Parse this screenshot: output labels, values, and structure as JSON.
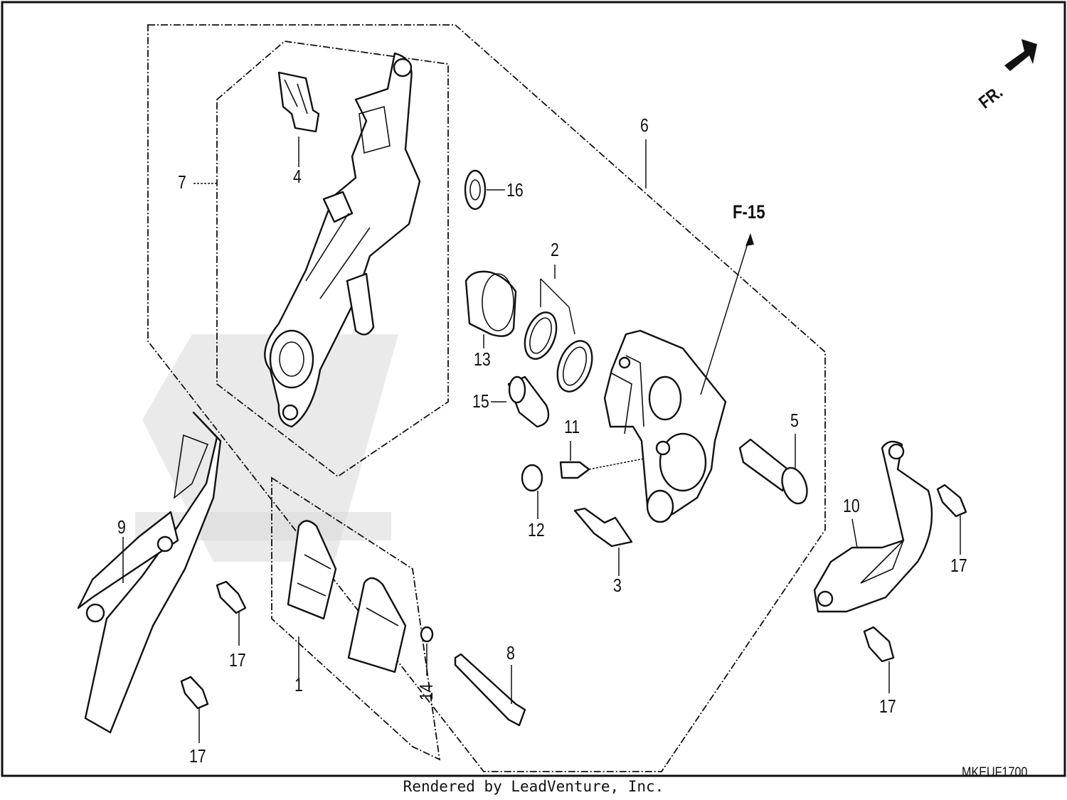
{
  "callouts": [
    {
      "id": "1",
      "text": "1"
    },
    {
      "id": "2",
      "text": "2"
    },
    {
      "id": "3",
      "text": "3"
    },
    {
      "id": "4",
      "text": "4"
    },
    {
      "id": "5",
      "text": "5"
    },
    {
      "id": "6",
      "text": "6"
    },
    {
      "id": "7",
      "text": "7"
    },
    {
      "id": "8",
      "text": "8"
    },
    {
      "id": "9",
      "text": "9"
    },
    {
      "id": "10",
      "text": "10"
    },
    {
      "id": "11",
      "text": "11"
    },
    {
      "id": "12",
      "text": "12"
    },
    {
      "id": "13",
      "text": "13"
    },
    {
      "id": "14",
      "text": "14"
    },
    {
      "id": "15",
      "text": "15"
    },
    {
      "id": "16",
      "text": "16"
    },
    {
      "id": "17a",
      "text": "17"
    },
    {
      "id": "17b",
      "text": "17"
    },
    {
      "id": "17c",
      "text": "17"
    },
    {
      "id": "17d",
      "text": "17"
    },
    {
      "id": "ref",
      "text": "F-15"
    }
  ],
  "front_marker": "FR.",
  "diagram_code": "MKEUF1700",
  "credit": "Rendered by LeadVenture, Inc.",
  "colors": {
    "ink": "#111111",
    "paper": "#ffffff",
    "watermark": "#d9d9d9"
  }
}
